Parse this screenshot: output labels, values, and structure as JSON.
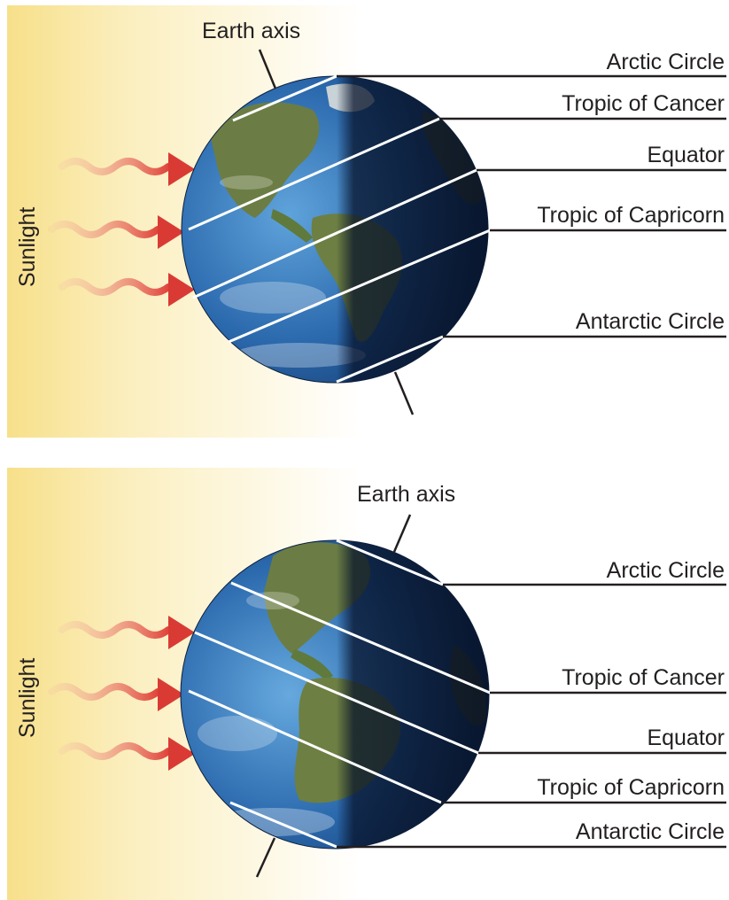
{
  "panels": [
    {
      "sunlight_label": "Sunlight",
      "axis_label": "Earth axis",
      "latitude_labels": [
        "Arctic Circle",
        "Tropic of Cancer",
        "Equator",
        "Tropic of Capricorn",
        "Antarctic Circle"
      ]
    },
    {
      "sunlight_label": "Sunlight",
      "axis_label": "Earth axis",
      "latitude_labels": [
        "Arctic Circle",
        "Tropic of Cancer",
        "Equator",
        "Tropic of Capricorn",
        "Antarctic Circle"
      ]
    }
  ],
  "colors": {
    "sunlight_gradient_start": "#f9e89a",
    "sunlight_gradient_end": "#ffffff",
    "ocean": "#2d6fb0",
    "night_side": "#07132b",
    "land": "#5e7a3a",
    "latitude_line": "#ffffff",
    "leader_line": "#231f20",
    "ray": "#e24a3b"
  }
}
